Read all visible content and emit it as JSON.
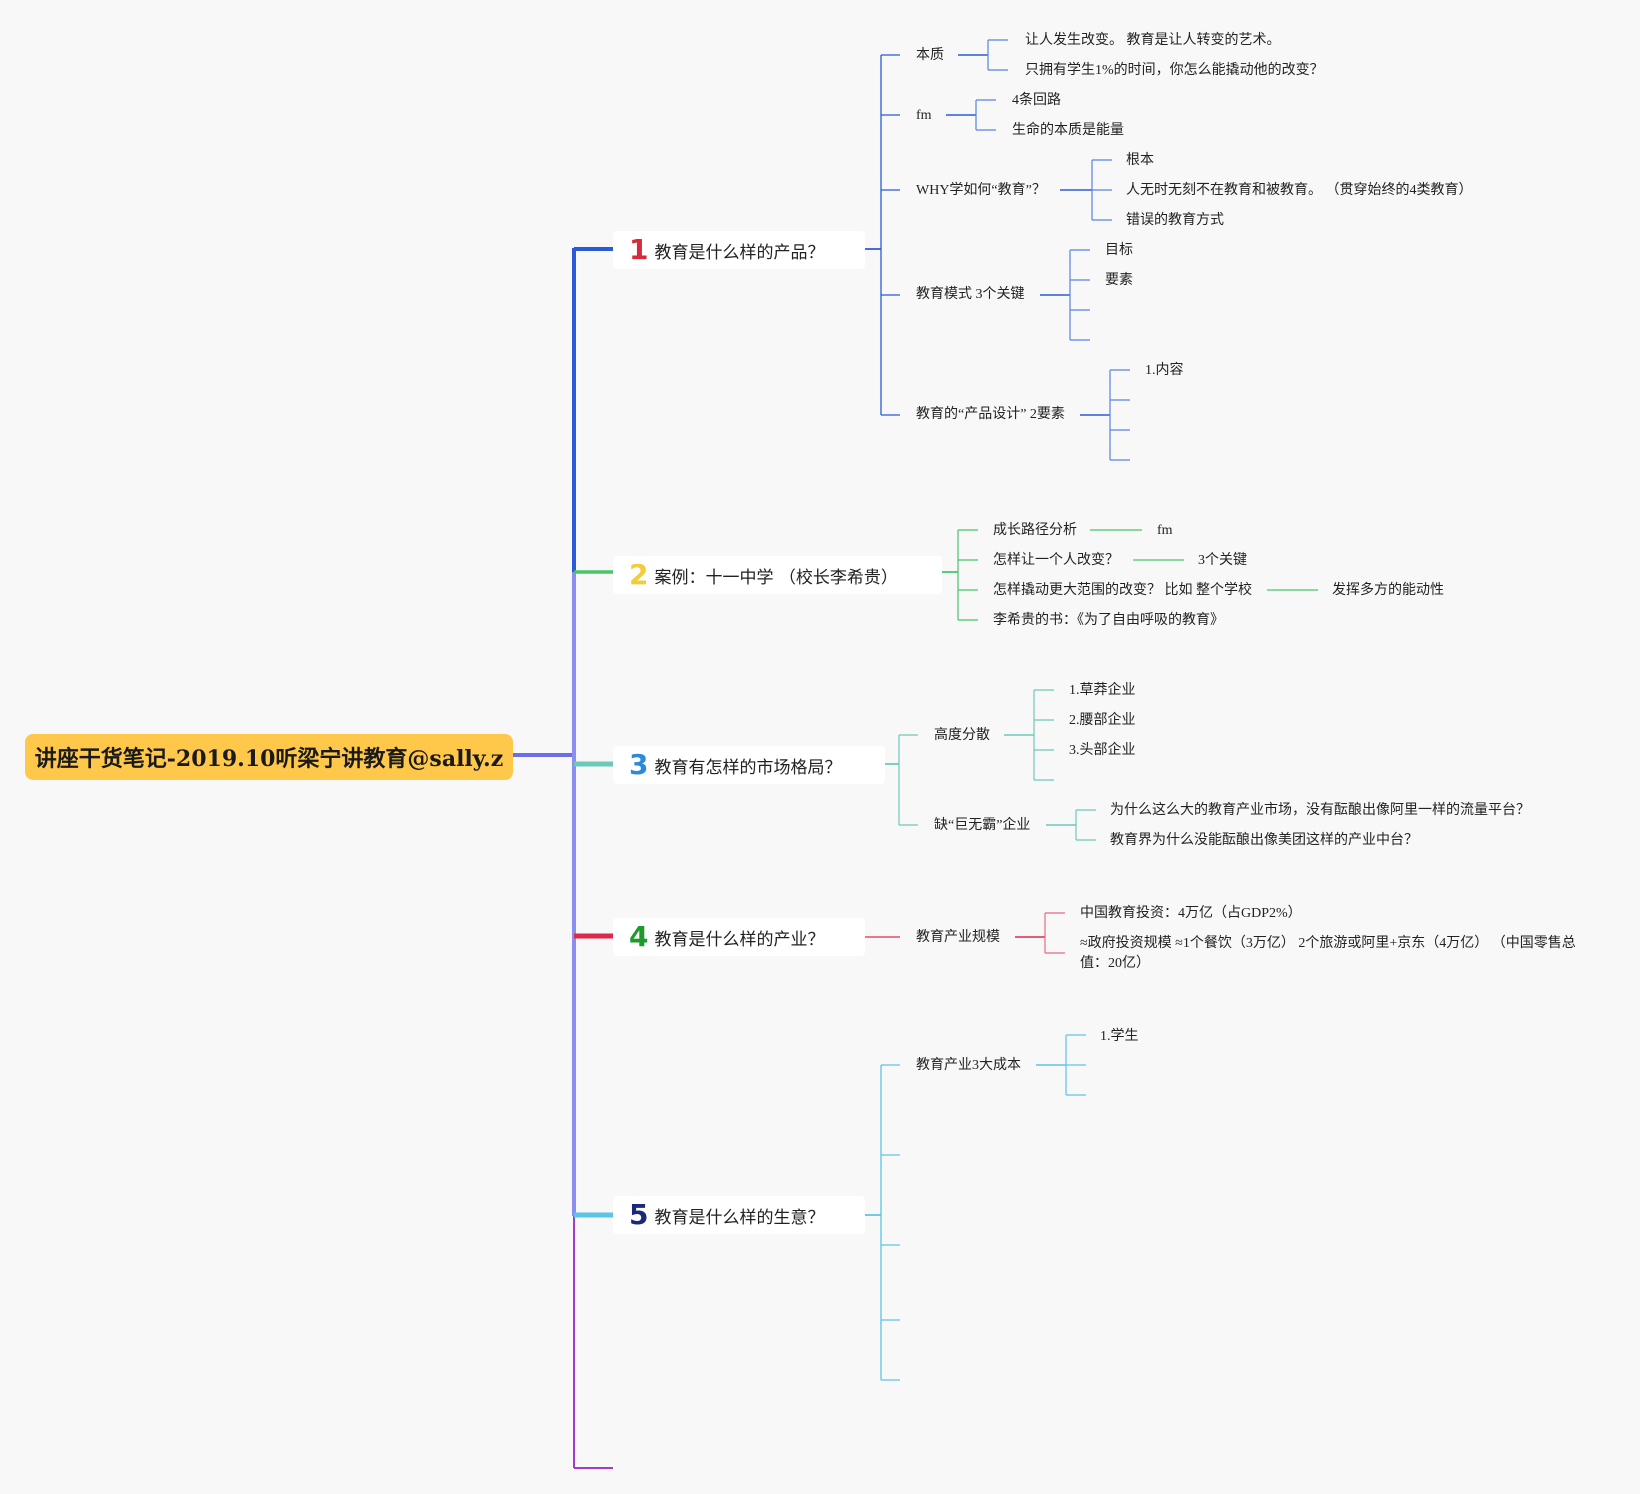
{
  "root": {
    "title": "讲座干货笔记-2019.10听梁宁讲教育@sally.z"
  },
  "colors": {
    "root": "#ffc84a",
    "b1": "#2a5ad8",
    "b2": "#48c46a",
    "b3": "#6cc8b8",
    "b4": "#e0294a",
    "b5": "#5cc4e6",
    "trunk_bottom": "#a43ad0",
    "num1": "#d42a3a",
    "num2": "#f2cc3c",
    "num3": "#2c8ad8",
    "num4": "#1c9a2c",
    "num5": "#1a2a78"
  },
  "b1": {
    "num": "1",
    "label": "教育是什么样的产品？",
    "benzhi": "本质",
    "benzhi_a": "让人发生改变。 教育是让人转变的艺术。",
    "benzhi_b": "只拥有学生1%的时间，你怎么能撬动他的改变？",
    "fm": "fm",
    "fm_a": "4条回路",
    "fm_b": "生命的本质是能量",
    "why": "WHY学如何“教育”？",
    "why_a": "根本",
    "why_b": "人无时无刻不在教育和被教育。 （贯穿始终的4类教育）",
    "why_c": "错误的教育方式",
    "mode": "教育模式 3个关键",
    "mode_a": "目标",
    "mode_b": "要素",
    "design": "教育的“产品设计” 2要素",
    "design_a": "1.内容"
  },
  "b2": {
    "num": "2",
    "label": "案例：十一中学 （校长李希贵）",
    "a": "成长路径分析",
    "a1": "fm",
    "b": "怎样让一个人改变？",
    "b1": "3个关键",
    "c": "怎样撬动更大范围的改变？ 比如 整个学校",
    "c1": "发挥多方的能动性",
    "d": "李希贵的书：《为了自由呼吸的教育》"
  },
  "b3": {
    "num": "3",
    "label": "教育有怎样的市场格局？",
    "a": "高度分散",
    "a1": "1.草莽企业",
    "a2": "2.腰部企业",
    "a3": "3.头部企业",
    "b": "缺“巨无霸”企业",
    "b1": "为什么这么大的教育产业市场，没有酝酿出像阿里一样的流量平台？",
    "b2": "教育界为什么没能酝酿出像美团这样的产业中台？"
  },
  "b4": {
    "num": "4",
    "label": "教育是什么样的产业？",
    "a": "教育产业规模",
    "a1": "中国教育投资：4万亿（占GDP2%）",
    "a2_line1": "≈政府投资规模 ≈1个餐饮（3万亿） 2个旅游或阿里+京东（4万亿） （中国零售总",
    "a2_line2": "值：20亿）"
  },
  "b5": {
    "num": "5",
    "label": "教育是什么样的生意？",
    "a": "教育产业3大成本",
    "a1": "1.学生"
  }
}
